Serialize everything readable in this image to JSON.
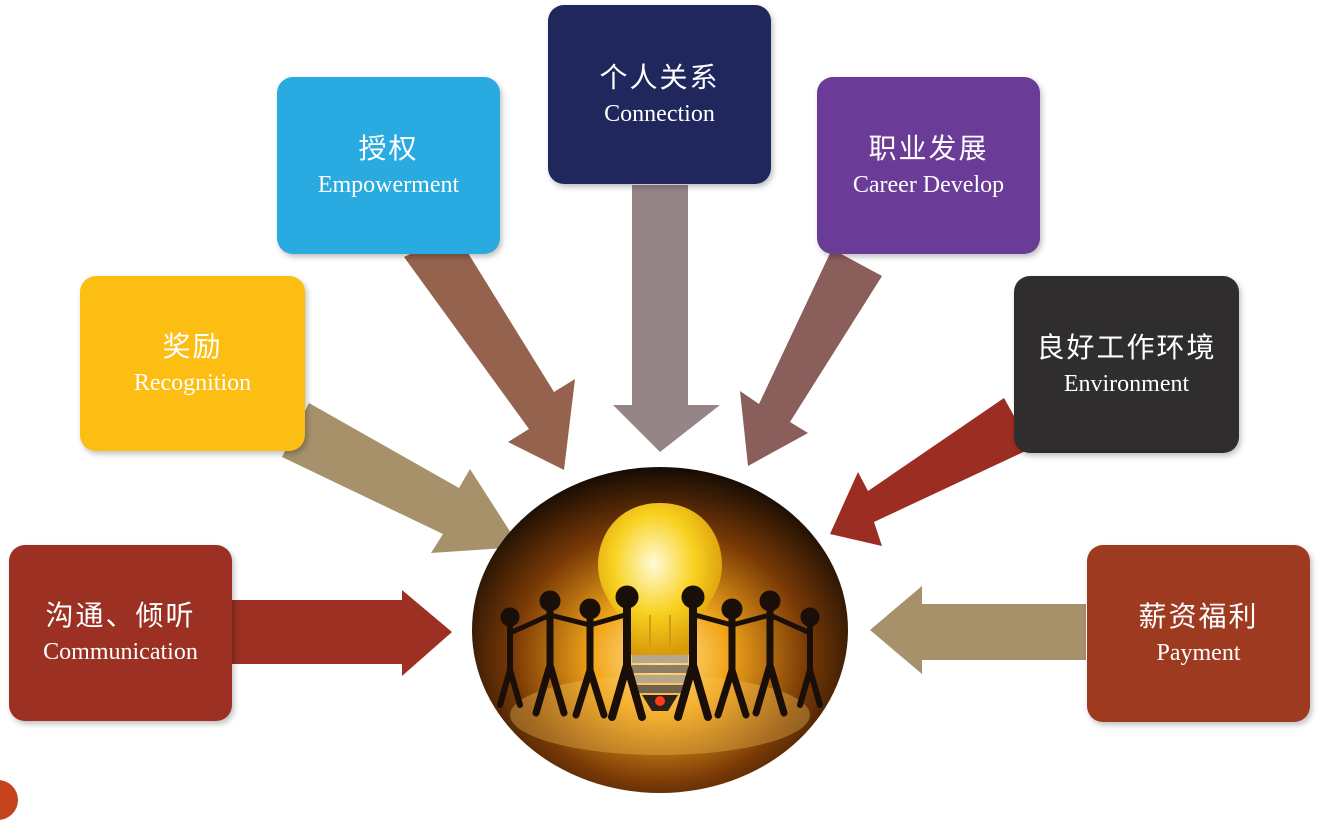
{
  "diagram": {
    "items": [
      {
        "id": "communication",
        "zh": "沟通、倾听",
        "en": "Communication",
        "color": "#9b3023",
        "arrow_color": "#9b3023"
      },
      {
        "id": "recognition",
        "zh": "奖励",
        "en": "Recognition",
        "color": "#fdbe14",
        "arrow_color": "#a6916b"
      },
      {
        "id": "empowerment",
        "zh": "授权",
        "en": "Empowerment",
        "color": "#29abe2",
        "arrow_color": "#95624d"
      },
      {
        "id": "connection",
        "zh": "个人关系",
        "en": "Connection",
        "color": "#1f275c",
        "arrow_color": "#958587"
      },
      {
        "id": "career",
        "zh": "职业发展",
        "en": "Career Develop",
        "color": "#6b3b98",
        "arrow_color": "#8a5e5a"
      },
      {
        "id": "environment",
        "zh": "良好工作环境",
        "en": "Environment",
        "color": "#2f2d2e",
        "arrow_color": "#9b2d22"
      },
      {
        "id": "payment",
        "zh": "薪资福利",
        "en": "Payment",
        "color": "#9e3a20",
        "arrow_color": "#a6916b"
      }
    ],
    "hub": {
      "image": "lightbulb-people-circle",
      "bulb_color": "#f8d11f",
      "glow_color": "#f2a51a"
    }
  }
}
